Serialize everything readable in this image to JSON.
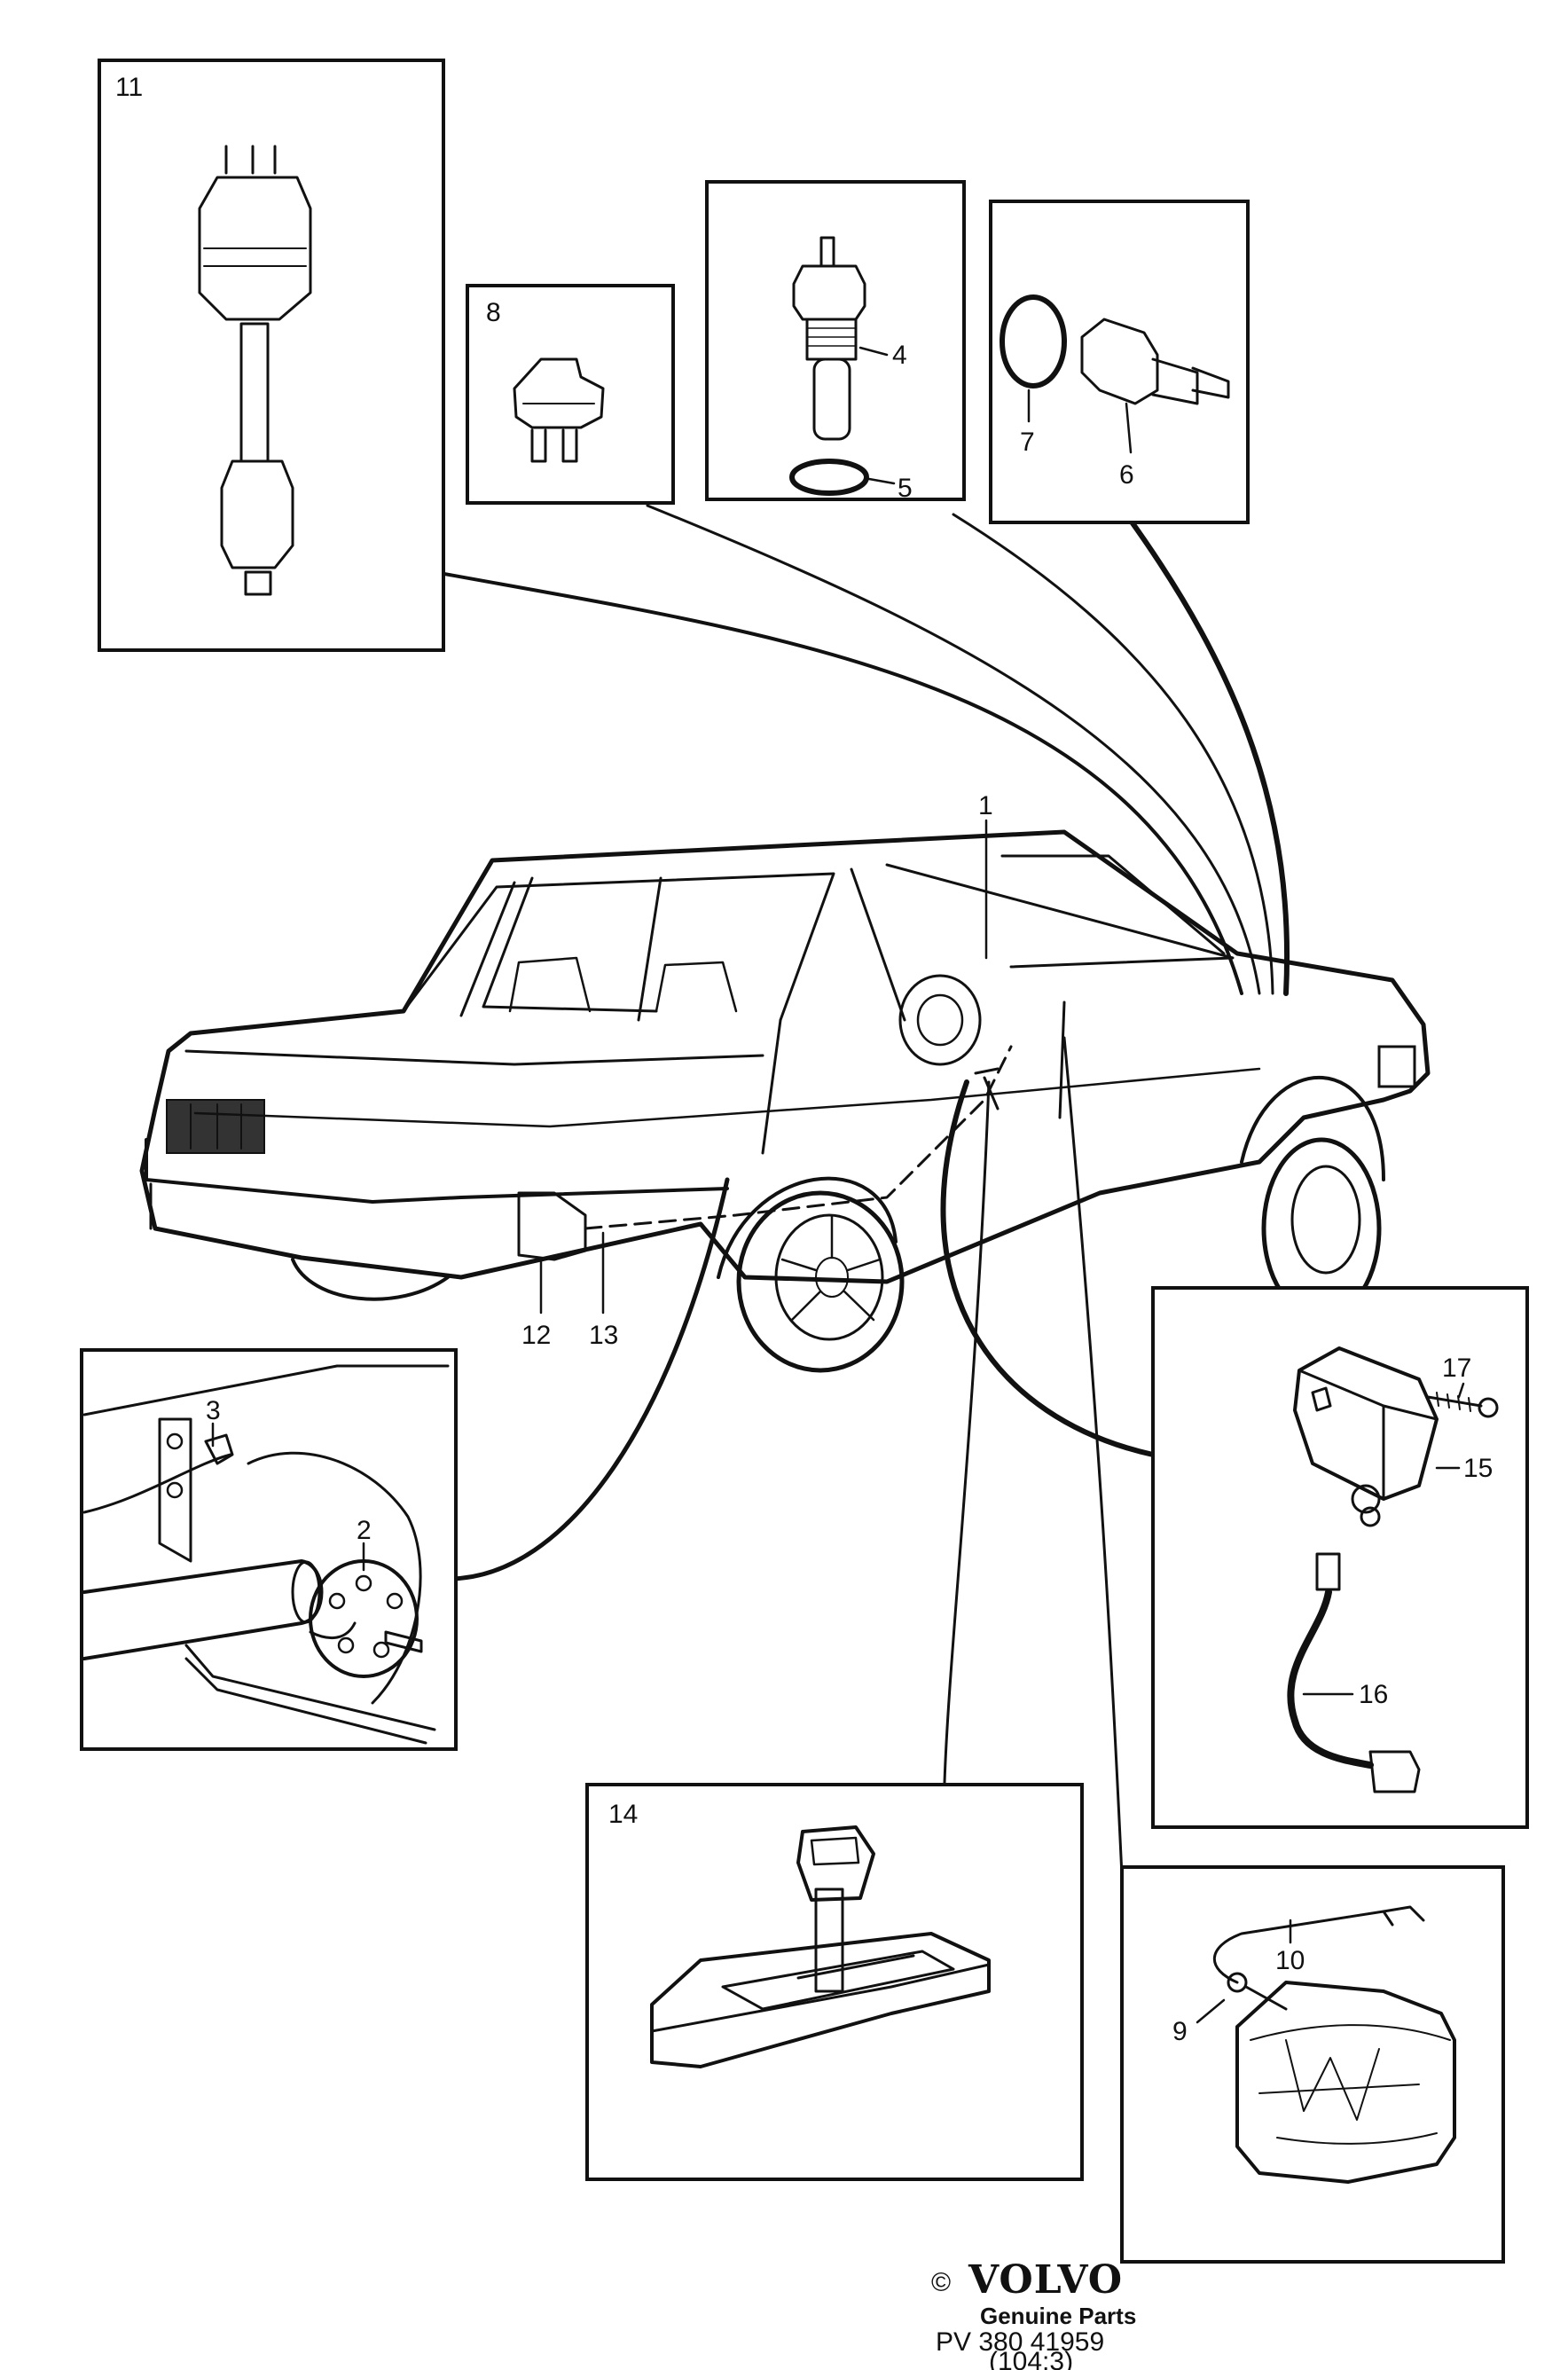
{
  "callouts": {
    "c1": "1",
    "c2": "2",
    "c3": "3",
    "c4": "4",
    "c5": "5",
    "c6": "6",
    "c7": "7",
    "c8": "8",
    "c9": "9",
    "c10": "10",
    "c11": "11",
    "c12": "12",
    "c13": "13",
    "c14": "14",
    "c15": "15",
    "c16": "16",
    "c17": "17"
  },
  "footer": {
    "copyright": "©",
    "brand": "VOLVO",
    "subtitle": "Genuine Parts",
    "ref": "PV 380 41959",
    "page": "(104:3)"
  }
}
